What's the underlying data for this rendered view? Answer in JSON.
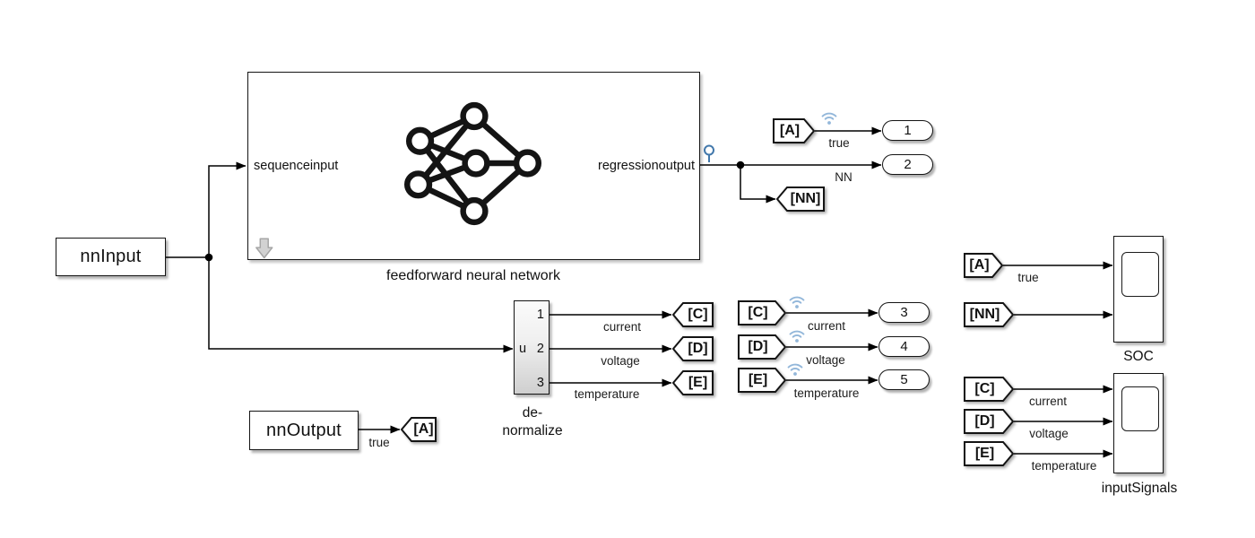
{
  "network": {
    "caption": "feedforward neural network",
    "input_port": "sequenceinput",
    "output_port": "regressionoutput"
  },
  "nn_input": {
    "label": "nnInput"
  },
  "nn_output": {
    "label": "nnOutput"
  },
  "denormalize": {
    "caption_line1": "de-",
    "caption_line2": "normalize",
    "input_label": "u",
    "out1": "1",
    "out2": "2",
    "out3": "3"
  },
  "scopes": {
    "soc": {
      "label": "SOC"
    },
    "input_signals": {
      "label": "inputSignals"
    }
  },
  "outports": {
    "p1": "1",
    "p2": "2",
    "p3": "3",
    "p4": "4",
    "p5": "5"
  },
  "tags": {
    "a": "[A]",
    "nn": "[NN]",
    "c": "[C]",
    "d": "[D]",
    "e": "[E]"
  },
  "wire_labels": {
    "true": "true",
    "nn": "NN",
    "current": "current",
    "voltage": "voltage",
    "temperature": "temperature"
  },
  "icons": {
    "wifi": "logged-signal-wifi-badge",
    "testpoint": "testpoint-pin",
    "network": "neural-network-icon",
    "gray_arrow": "gray-down-arrow-icon"
  },
  "colors": {
    "background": "#ffffff",
    "wire": "#000000",
    "badge_blue": "#93b7da",
    "testpoint_blue": "#4278ab",
    "block_border": "#141414"
  }
}
